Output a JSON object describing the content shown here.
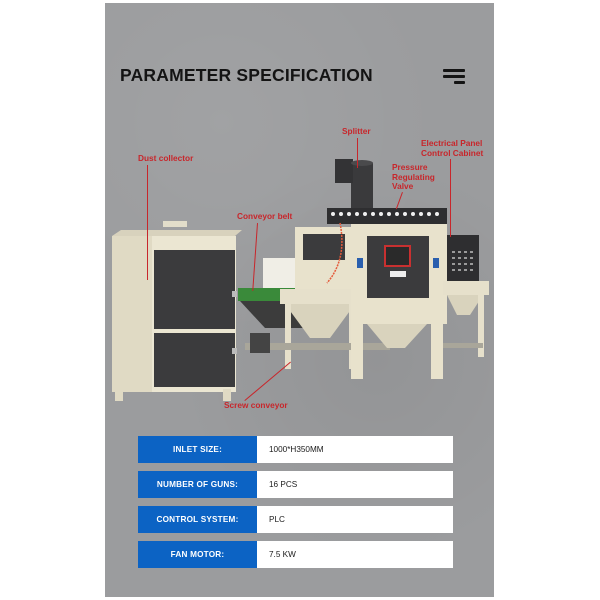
{
  "header": {
    "title": "PARAMETER SPECIFICATION",
    "menu_icon": "hamburger-menu-icon"
  },
  "colors": {
    "panel_bg": "#9b9c9e",
    "label_bg": "#0c63c4",
    "callout_red": "#c8262b",
    "machine_body": "#e8e2cc",
    "door_dark": "#3a3a3c"
  },
  "callouts": {
    "dust_collector": "Dust collector",
    "conveyor_belt": "Conveyor belt",
    "splitter": "Splitter",
    "pressure_line1": "Pressure",
    "pressure_line2": "Regulating",
    "pressure_line3": "Valve",
    "electrical_line1": "Electrical Panel",
    "electrical_line2": "Control Cabinet",
    "screw_conveyor": "Screw conveyor"
  },
  "specs": [
    {
      "label": "INLET SIZE:",
      "value": "1000*H350MM"
    },
    {
      "label": "NUMBER OF GUNS:",
      "value": "16 PCS"
    },
    {
      "label": "CONTROL SYSTEM:",
      "value": "PLC"
    },
    {
      "label": "FAN MOTOR:",
      "value": "7.5 KW"
    }
  ]
}
